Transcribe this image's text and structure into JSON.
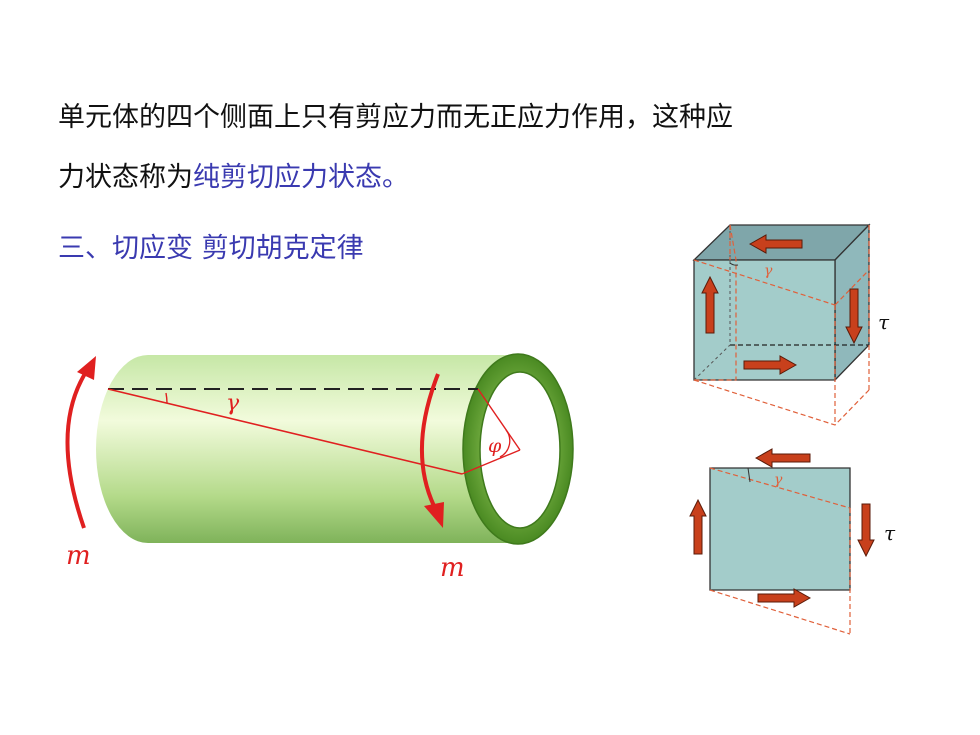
{
  "text": {
    "line1": "单元体的四个侧面上只有剪应力而无正应力作用，这种应",
    "line2_plain": "力状态称为",
    "line2_highlight": "纯剪切应力状态。",
    "heading": "三、切应变 剪切胡克定律"
  },
  "cylinder": {
    "label_left_m": "m",
    "label_right_m": "m",
    "gamma": "γ",
    "phi": "φ"
  },
  "element_3d": {
    "gamma": "γ",
    "tau": "τ"
  },
  "element_2d": {
    "gamma": "γ",
    "tau": "τ"
  },
  "colors": {
    "text": "#111111",
    "highlight": "#3a3ab0",
    "moment_red": "#e02020",
    "arrow_fill": "#c8401c",
    "element_fill": "#a3ccca",
    "dashed_orange": "#e0603a"
  }
}
